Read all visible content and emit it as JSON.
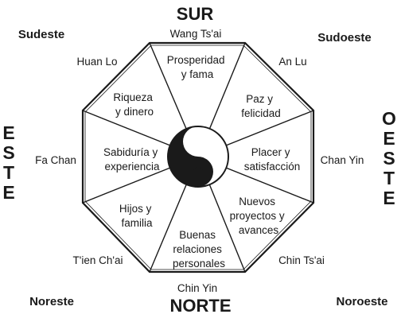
{
  "directions": {
    "sur": "SUR",
    "norte": "NORTE",
    "sudeste": "Sudeste",
    "sudoeste": "Sudoeste",
    "noreste": "Noreste",
    "noroeste": "Noroeste",
    "este": [
      "E",
      "S",
      "T",
      "E"
    ],
    "oeste": [
      "O",
      "E",
      "S",
      "T",
      "E"
    ]
  },
  "sectors": {
    "top": [
      "Prosperidad",
      "y fama"
    ],
    "top_right": [
      "Paz y",
      "felicidad"
    ],
    "right": [
      "Placer y",
      "satisfacción"
    ],
    "bottom_right": [
      "Nuevos",
      "proyectos y",
      "avances"
    ],
    "bottom": [
      "Buenas",
      "relaciones",
      "personales"
    ],
    "bottom_left": [
      "Hijos y",
      "familia"
    ],
    "left": [
      "Sabiduría y",
      "experiencia"
    ],
    "top_left": [
      "Riqueza",
      "y dinero"
    ]
  },
  "outer_labels": {
    "top": "Wang Ts'ai",
    "top_right": "An Lu",
    "right": "Chan Yin",
    "bottom_right": "Chin Ts'ai",
    "bottom": "Chin Yin",
    "bottom_left": "T'ien Ch'ai",
    "left": "Fa Chan",
    "top_left": "Huan Lo"
  },
  "colors": {
    "ink": "#1a1a1a",
    "paper": "#ffffff"
  },
  "center_icon": "yin-yang-icon"
}
